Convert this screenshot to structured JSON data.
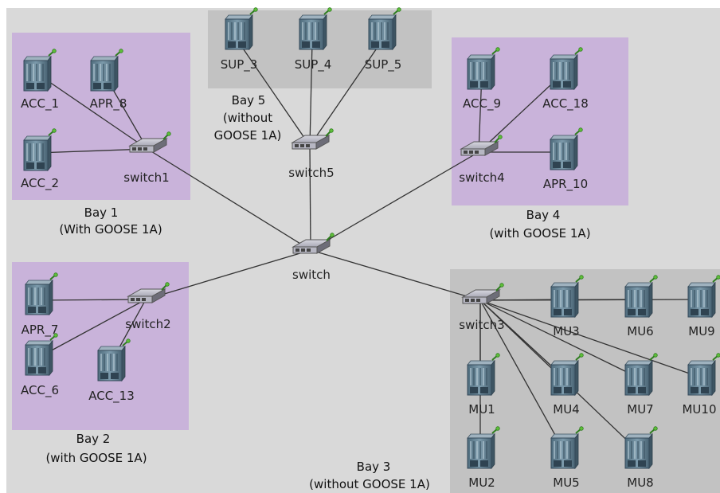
{
  "colors": {
    "canvas": "#d9d9d9",
    "bay_with_goose": "#c9b3da",
    "bay_without_goose": "#c2c2c2",
    "link": "#333333",
    "server": "#5f7f91",
    "switch": "#8f8f9b",
    "antenna": "#2f7d1f"
  },
  "bays": [
    {
      "id": "bay1",
      "title": "Bay 1",
      "subtitle": "(With GOOSE 1A)"
    },
    {
      "id": "bay2",
      "title": "Bay 2",
      "subtitle": "(with GOOSE 1A)"
    },
    {
      "id": "bay3",
      "title": "Bay 3",
      "subtitle": "(without GOOSE 1A)"
    },
    {
      "id": "bay4",
      "title": "Bay 4",
      "subtitle": "(with GOOSE 1A)"
    },
    {
      "id": "bay5",
      "title": "Bay 5",
      "subtitle_line1": "(without",
      "subtitle_line2": "GOOSE 1A)"
    }
  ],
  "switches": {
    "switch": "switch",
    "switch1": "switch1",
    "switch2": "switch2",
    "switch3": "switch3",
    "switch4": "switch4",
    "switch5": "switch5"
  },
  "devices": {
    "ACC_1": "ACC_1",
    "APR_8": "APR_8",
    "ACC_2": "ACC_2",
    "APR_7": "APR_7",
    "ACC_6": "ACC_6",
    "ACC_13": "ACC_13",
    "SUP_3": "SUP_3",
    "SUP_4": "SUP_4",
    "SUP_5": "SUP_5",
    "ACC_9": "ACC_9",
    "ACC_18": "ACC_18",
    "APR_10": "APR_10",
    "MU1": "MU1",
    "MU2": "MU2",
    "MU3": "MU3",
    "MU4": "MU4",
    "MU5": "MU5",
    "MU6": "MU6",
    "MU7": "MU7",
    "MU8": "MU8",
    "MU9": "MU9",
    "MU10": "MU10"
  },
  "links": [
    [
      "switch",
      "switch1"
    ],
    [
      "switch",
      "switch2"
    ],
    [
      "switch",
      "switch3"
    ],
    [
      "switch",
      "switch4"
    ],
    [
      "switch",
      "switch5"
    ],
    [
      "switch1",
      "ACC_1"
    ],
    [
      "switch1",
      "APR_8"
    ],
    [
      "switch1",
      "ACC_2"
    ],
    [
      "switch2",
      "APR_7"
    ],
    [
      "switch2",
      "ACC_6"
    ],
    [
      "switch2",
      "ACC_13"
    ],
    [
      "switch5",
      "SUP_3"
    ],
    [
      "switch5",
      "SUP_4"
    ],
    [
      "switch5",
      "SUP_5"
    ],
    [
      "switch4",
      "ACC_9"
    ],
    [
      "switch4",
      "ACC_18"
    ],
    [
      "switch4",
      "APR_10"
    ],
    [
      "switch3",
      "MU1"
    ],
    [
      "switch3",
      "MU2"
    ],
    [
      "switch3",
      "MU3"
    ],
    [
      "switch3",
      "MU4"
    ],
    [
      "switch3",
      "MU5"
    ],
    [
      "switch3",
      "MU6"
    ],
    [
      "switch3",
      "MU7"
    ],
    [
      "switch3",
      "MU8"
    ],
    [
      "switch3",
      "MU9"
    ],
    [
      "switch3",
      "MU10"
    ]
  ]
}
